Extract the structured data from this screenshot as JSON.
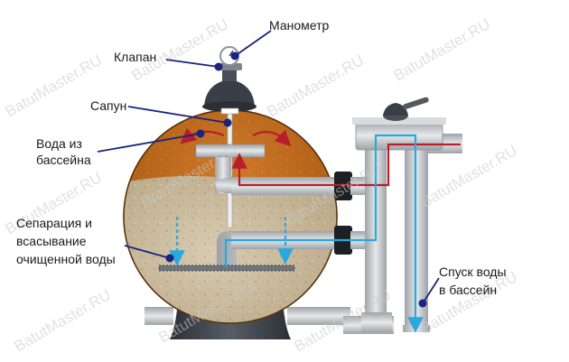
{
  "labels": {
    "manometer": "Манометр",
    "valve": "Клапан",
    "vent": "Сапун",
    "inflow_line1": "Вода из",
    "inflow_line2": "бассейна",
    "separation_line1": "Сепарация и",
    "separation_line2": "всасывание",
    "separation_line3": "очищенной воды",
    "outflow_line1": "Спуск воды",
    "outflow_line2": "в бассейн"
  },
  "watermark": "BatutMaster.RU",
  "colors": {
    "tank_orange": "#c46a1c",
    "sand": "#c8b89a",
    "pipe": "#bfc3c6",
    "flow_red": "#b81e2a",
    "flow_blue": "#2aa8e0",
    "pointer": "#1a237e",
    "base": "#3a3f47"
  },
  "icons": [
    "manometer-icon",
    "valve-icon",
    "vent-icon",
    "pointer-dot-icon",
    "flow-arrow-icon"
  ]
}
